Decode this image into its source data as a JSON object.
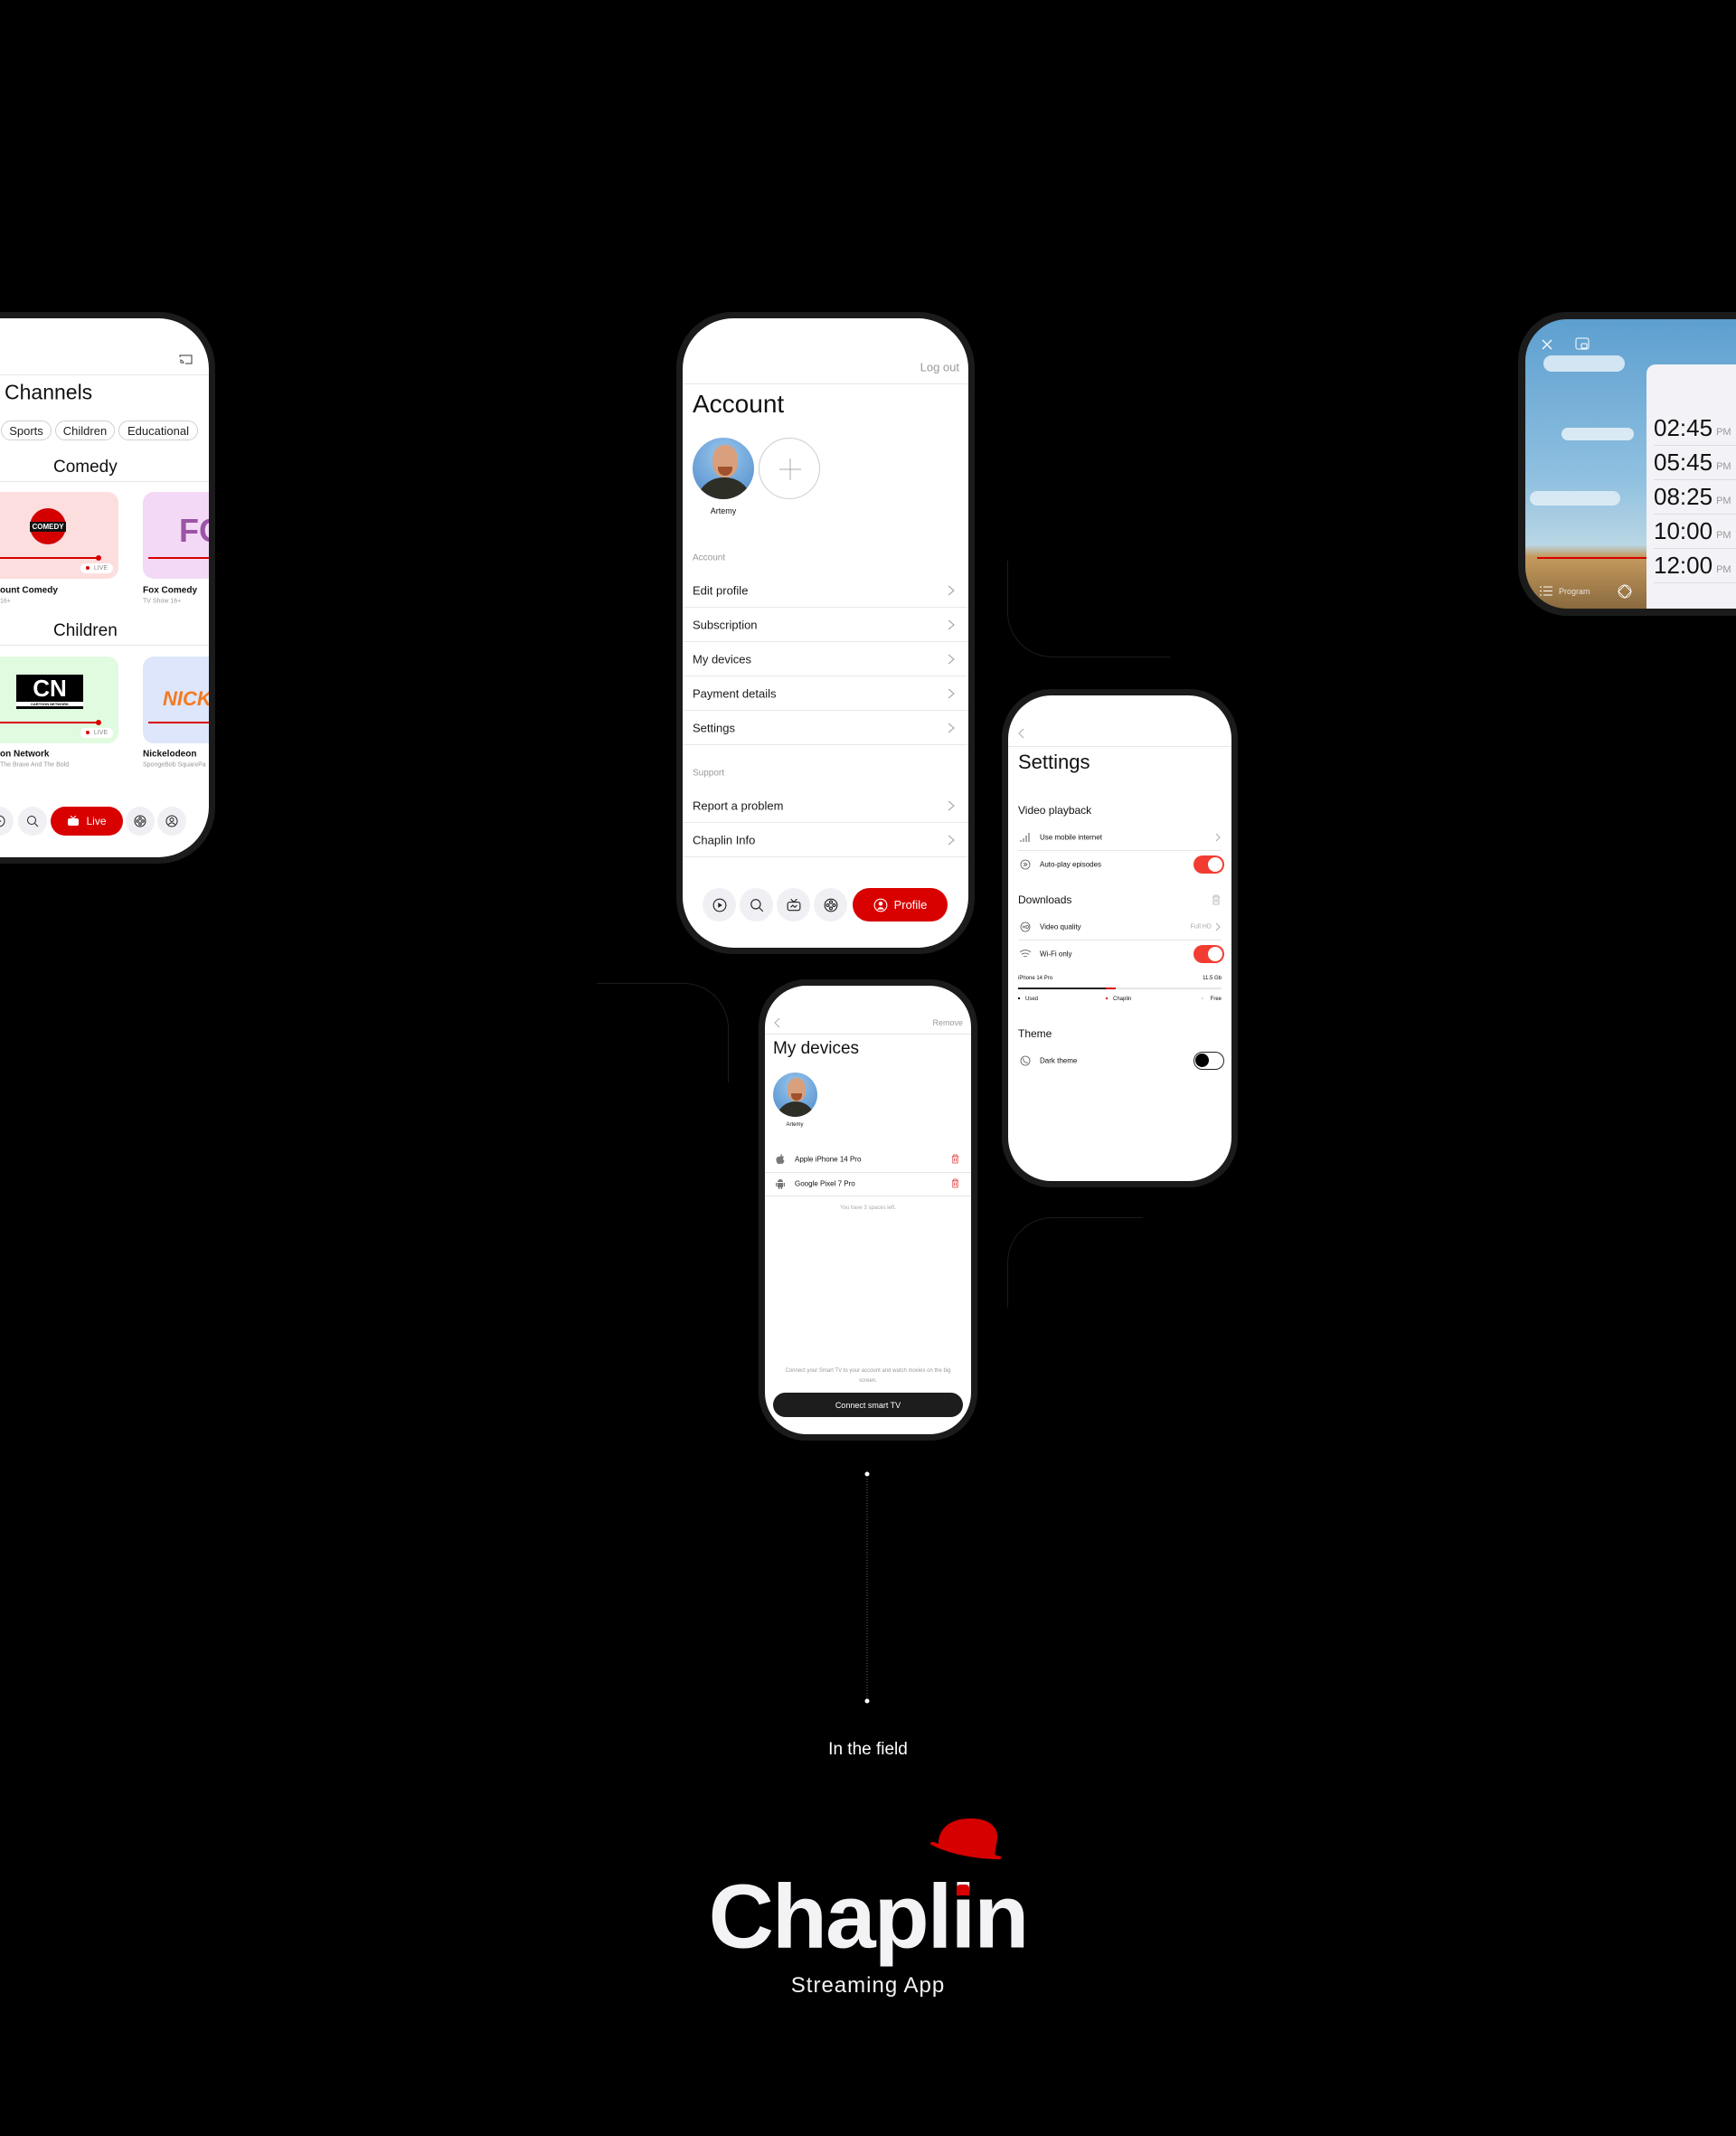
{
  "colors": {
    "brand_red": "#d90000",
    "toggle_red": "#f23c32",
    "background": "#000000"
  },
  "channels": {
    "title": "Channels",
    "chips": [
      "Sports",
      "Children",
      "Educational"
    ],
    "sections": [
      {
        "title": "Comedy",
        "cards": [
          {
            "name": "ount Comedy",
            "sub": "16+",
            "logo": "COMEDY",
            "bg": "#fddede",
            "live": "LIVE",
            "progress": 0.85
          },
          {
            "name": "Fox Comedy",
            "sub": "TV Show 16+",
            "logo": "FO",
            "bg": "#f3d9f6"
          }
        ]
      },
      {
        "title": "Children",
        "cards": [
          {
            "name": "on Network",
            "sub": "The Brave And The Bold",
            "logo": "CN",
            "logo_sub": "CARTOON NETWORK",
            "bg": "#e0fbe0",
            "live": "LIVE",
            "progress": 0.85
          },
          {
            "name": "Nickelodeon",
            "sub": "SpongeBob SquarePa",
            "logo": "NICKE",
            "bg": "#dde6fb"
          }
        ]
      }
    ],
    "nav": {
      "live": "Live"
    }
  },
  "account": {
    "logout": "Log out",
    "title": "Account",
    "avatar_name": "Artemy",
    "section_account": "Account",
    "account_items": [
      "Edit profile",
      "Subscription",
      "My devices",
      "Payment details",
      "Settings"
    ],
    "section_support": "Support",
    "support_items": [
      "Report a problem",
      "Chaplin Info"
    ],
    "nav": {
      "profile": "Profile"
    }
  },
  "settings": {
    "title": "Settings",
    "video_playback": "Video playback",
    "use_mobile": "Use mobile internet",
    "autoplay": "Auto-play episodes",
    "autoplay_on": true,
    "downloads": "Downloads",
    "video_quality": "Video quality",
    "video_quality_value": "Full HD",
    "wifi_only": "Wi-Fi only",
    "wifi_on": true,
    "storage": {
      "device": "iPhone 14 Pro",
      "total": "11.5 Gb",
      "used_fraction": 0.43,
      "chaplin_fraction": 0.05,
      "legend": [
        "Used",
        "Chaplin",
        "Free"
      ]
    },
    "theme": "Theme",
    "dark_theme": "Dark theme",
    "dark_on": false
  },
  "devices": {
    "remove": "Remove",
    "title": "My devices",
    "avatar_name": "Artemy",
    "items": [
      "Apple iPhone 14 Pro",
      "Google Pixel 7 Pro"
    ],
    "spaces": "You have 3 spaces left.",
    "connect_text": "Connect your Smart TV to your account and watch movies on the big screen.",
    "connect_button": "Connect smart TV"
  },
  "player": {
    "times": [
      {
        "t": "02:45",
        "p": "PM"
      },
      {
        "t": "05:45",
        "p": "PM"
      },
      {
        "t": "08:25",
        "p": "PM"
      },
      {
        "t": "10:00",
        "p": "PM"
      },
      {
        "t": "12:00",
        "p": "PM"
      }
    ],
    "program": "Program"
  },
  "footer": {
    "caption": "In the field",
    "logo": "Chaplin",
    "tagline": "Streaming App"
  }
}
